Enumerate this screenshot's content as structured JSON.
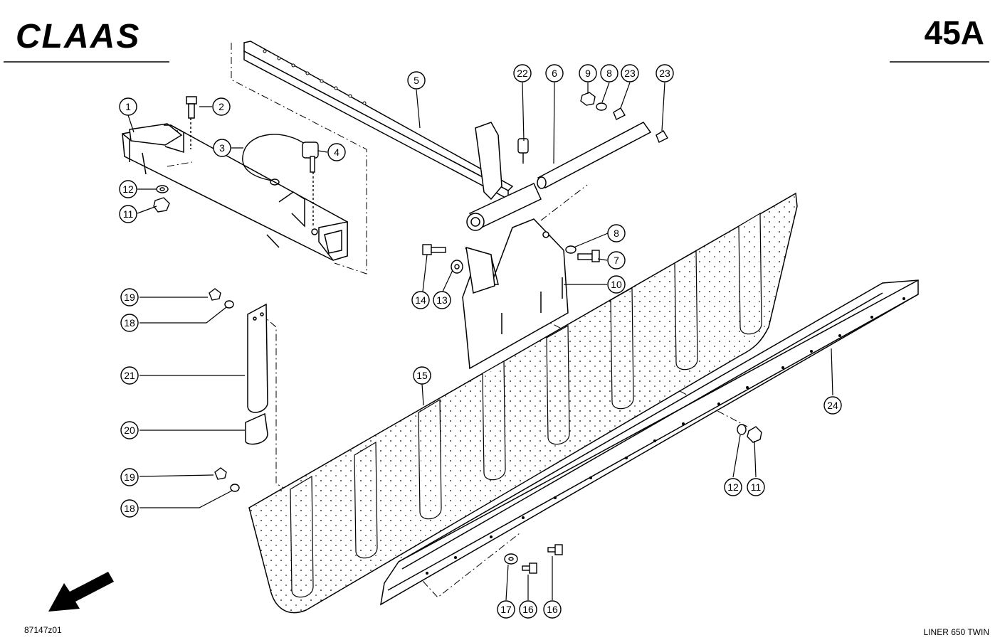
{
  "header": {
    "brand": "CLAAS",
    "sheet_number": "45A"
  },
  "footer": {
    "drawing_code": "87147z01",
    "model": "LINER 650 TWIN"
  },
  "callouts": [
    "1",
    "2",
    "3",
    "4",
    "5",
    "6",
    "7",
    "8",
    "9",
    "10",
    "11",
    "12",
    "13",
    "14",
    "15",
    "16",
    "17",
    "18",
    "19",
    "20",
    "21",
    "22",
    "23",
    "24"
  ],
  "colors": {
    "ink": "#000000",
    "paper": "#ffffff"
  }
}
